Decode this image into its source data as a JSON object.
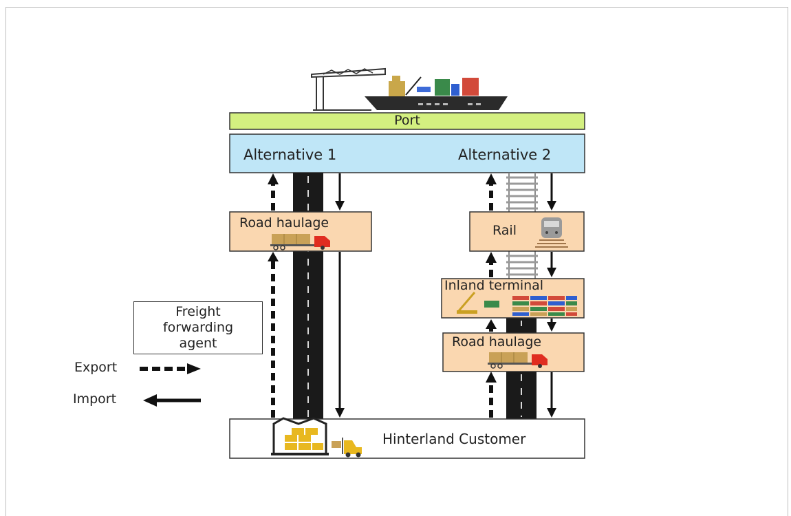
{
  "diagram": {
    "port_label": "Port",
    "alternative_1": "Alternative 1",
    "alternative_2": "Alternative 2",
    "road_haulage_1": "Road haulage",
    "rail": "Rail",
    "inland_terminal": "Inland terminal",
    "road_haulage_2": "Road haulage",
    "hinterland_customer": "Hinterland Customer",
    "freight_forwarding_agent": [
      "Freight",
      "forwarding",
      "agent"
    ],
    "legend": {
      "export": "Export",
      "import": "Import"
    }
  },
  "colors": {
    "port_bar": "#d4f080",
    "alternatives_bar": "#bfe6f7",
    "mode_box": "#fad7b0",
    "road_asphalt": "#1a1a1a",
    "rail_sleepers": "#9a9a9a"
  },
  "icons": [
    "crane-icon",
    "container-ship-icon",
    "truck-icon",
    "train-icon",
    "container-stack-icon",
    "warehouse-icon",
    "forklift-icon"
  ]
}
